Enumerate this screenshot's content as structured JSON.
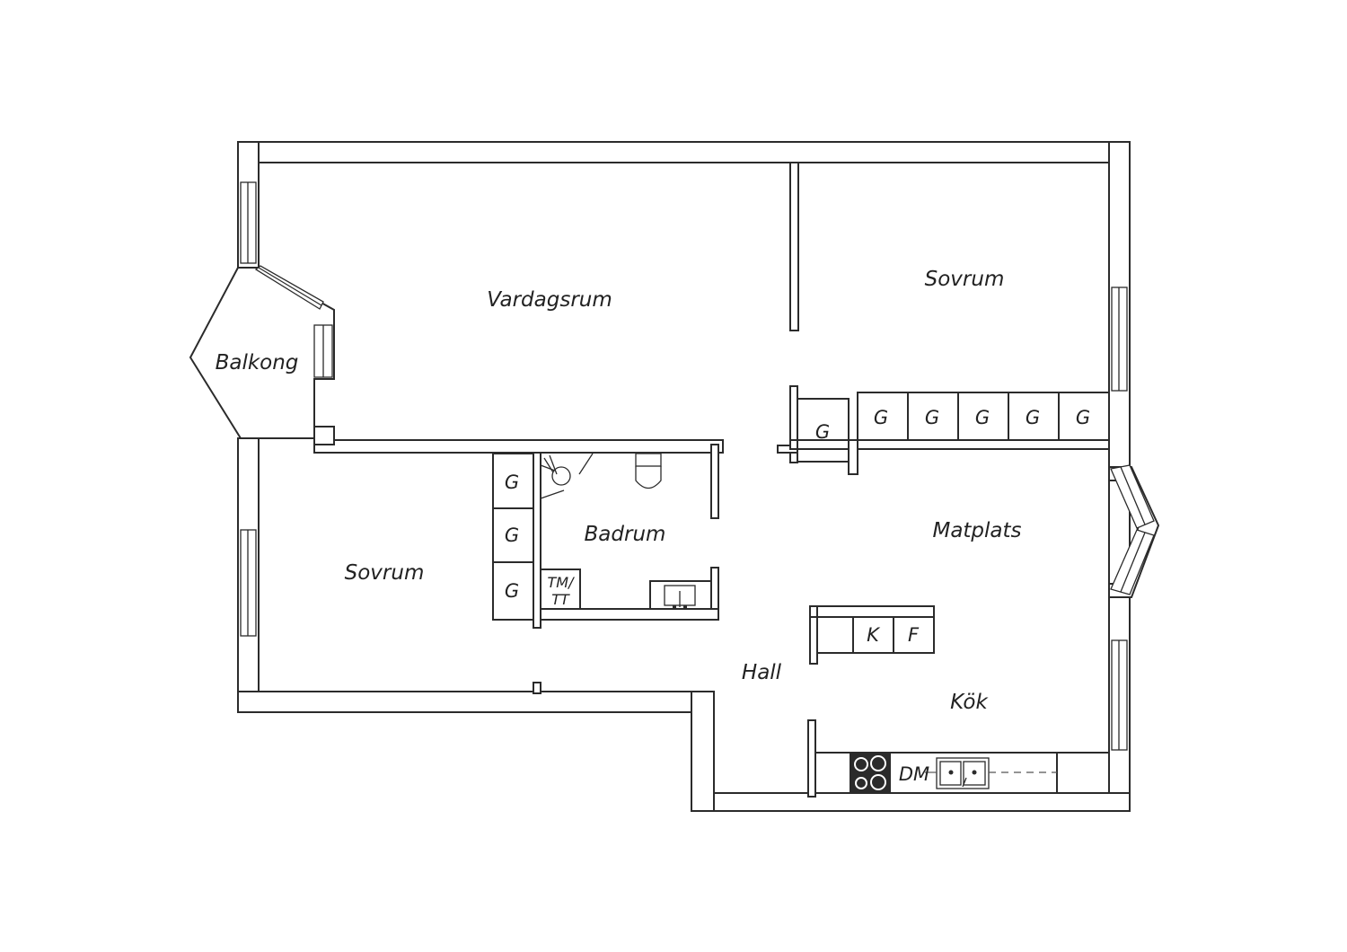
{
  "rooms": {
    "vardagsrum": "Vardagsrum",
    "sovrum_1": "Sovrum",
    "sovrum_2": "Sovrum",
    "balkong": "Balkong",
    "badrum": "Badrum",
    "matplats": "Matplats",
    "hall": "Hall",
    "kok": "Kök"
  },
  "fixtures": {
    "wardrobe": "G",
    "washer_line1": "TM/",
    "washer_line2": "TT",
    "fridge": "K",
    "freezer": "F",
    "dishwasher": "DM"
  }
}
